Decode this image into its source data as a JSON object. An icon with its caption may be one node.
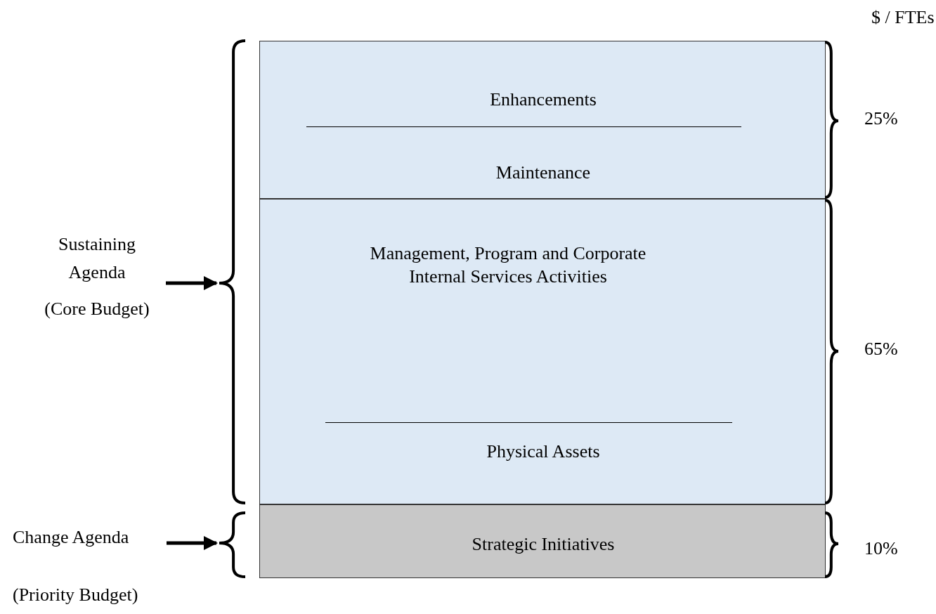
{
  "diagram": {
    "nodes": [
      {
        "text": [
          "Enhancements",
          "Maintenance"
        ]
      },
      {
        "text": [
          "Management, Program and Corporate Internal Services Activities",
          "Physical Assets"
        ]
      },
      {
        "text": [
          "Strategic Initiatives"
        ]
      },
      {
        "text": [
          "Sustaining Agenda",
          "(Core Budget)"
        ]
      },
      {
        "text": [],
        "shape": "brace"
      },
      {
        "text": [
          "Change Agenda",
          "(Priority Budget)"
        ]
      },
      {
        "text": [],
        "shape": "brace"
      }
    ],
    "edges": [
      {
        "from": 3,
        "to": 4,
        "arrow": "to"
      },
      {
        "from": 5,
        "to": 6,
        "arrow": "to"
      }
    ],
    "labels": [
      "$ / FTEs",
      "25%",
      "65%",
      "10%"
    ]
  }
}
